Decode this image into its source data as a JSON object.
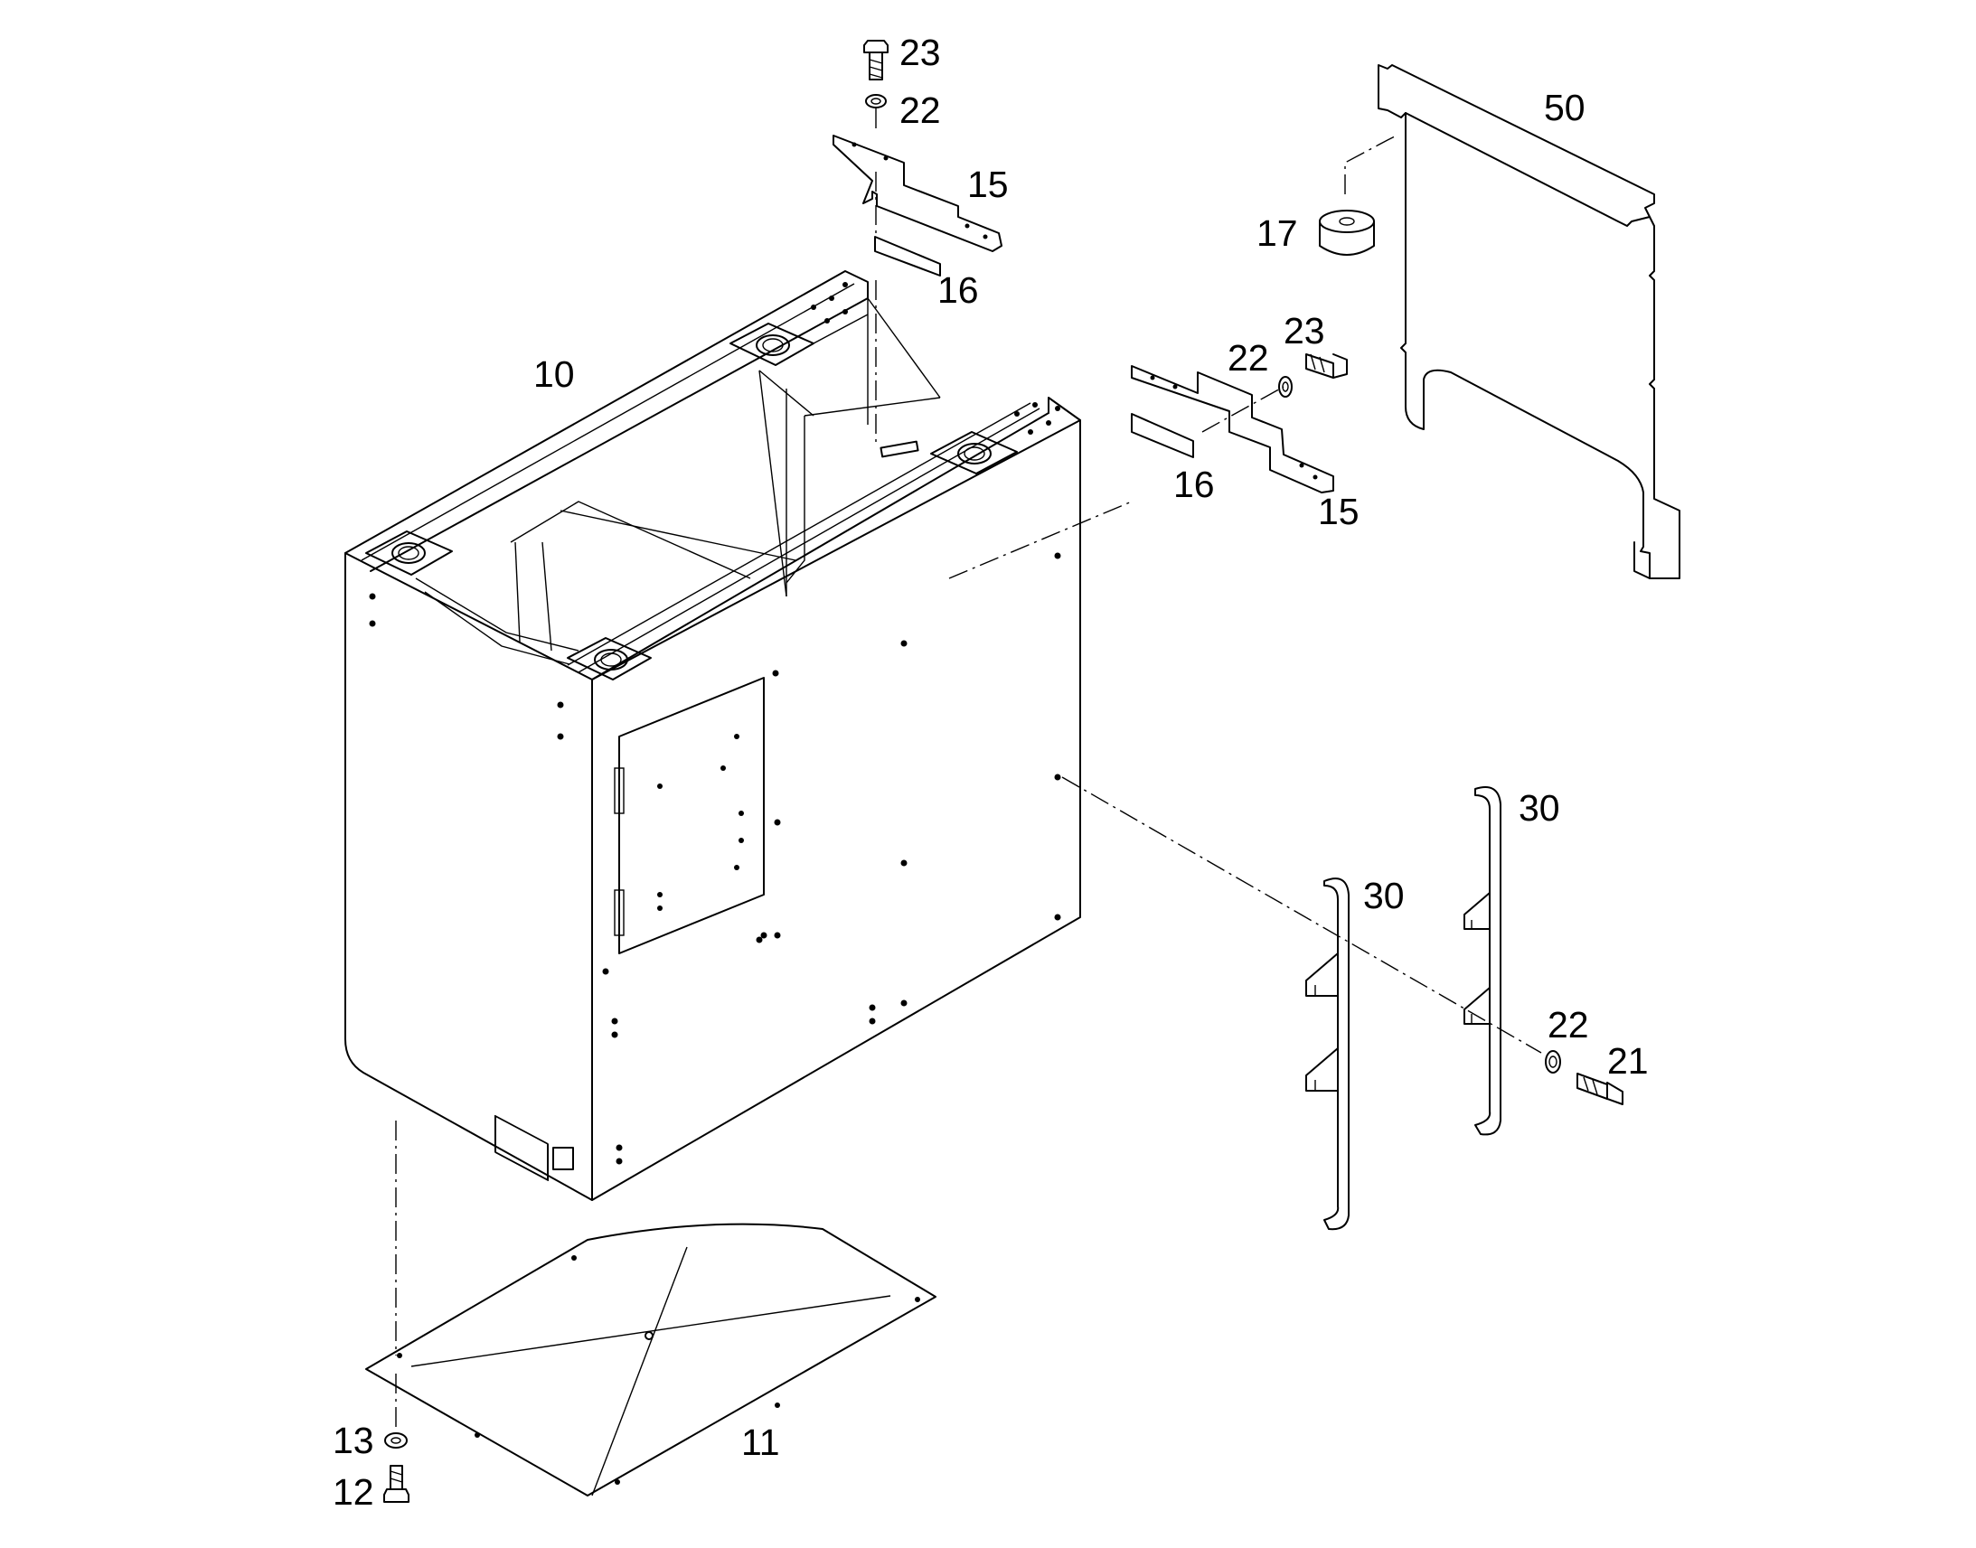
{
  "labels": {
    "l10": "10",
    "l11": "11",
    "l12": "12",
    "l13": "13",
    "l15a": "15",
    "l15b": "15",
    "l16a": "16",
    "l16b": "16",
    "l17": "17",
    "l21": "21",
    "l22a": "22",
    "l22b": "22",
    "l22c": "22",
    "l23a": "23",
    "l23b": "23",
    "l30a": "30",
    "l30b": "30",
    "l50": "50"
  },
  "colors": {
    "line": "#000000",
    "background": "#ffffff"
  }
}
